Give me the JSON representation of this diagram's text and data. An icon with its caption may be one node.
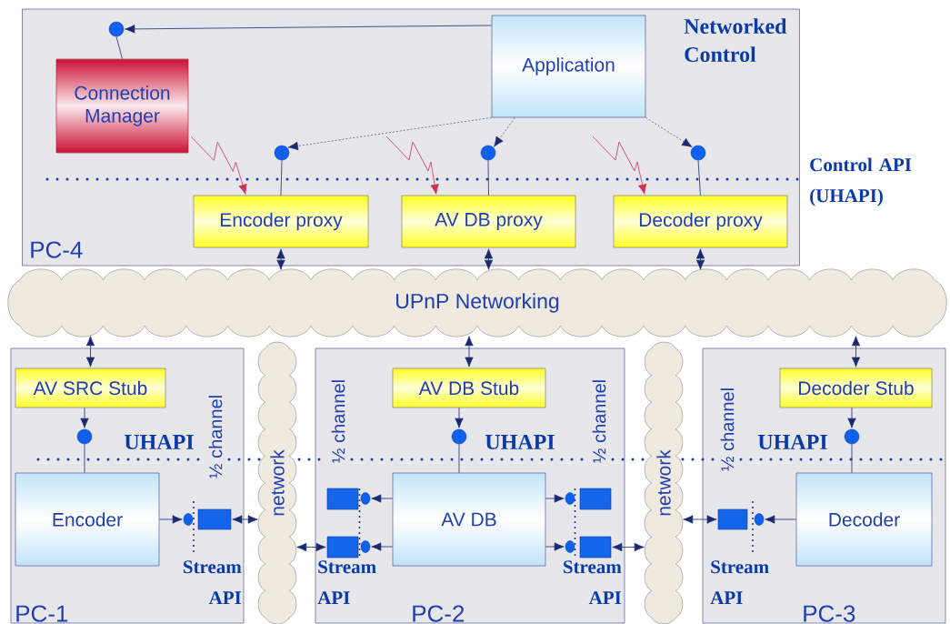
{
  "diagram": {
    "nodes": [
      {
        "text": [
          "PC-4",
          "Networked Control"
        ]
      },
      {
        "text": [
          "Connection Manager"
        ],
        "in": 0
      },
      {
        "text": [
          "Application"
        ],
        "in": 0
      },
      {
        "text": [],
        "shape": "circle",
        "in": 0
      },
      {
        "text": [],
        "shape": "circle",
        "in": 0
      },
      {
        "text": [],
        "shape": "circle",
        "in": 0
      },
      {
        "text": [],
        "shape": "circle",
        "in": 0
      },
      {
        "text": [
          "Encoder proxy"
        ],
        "in": 0
      },
      {
        "text": [
          "AV DB proxy"
        ],
        "in": 0
      },
      {
        "text": [
          "Decoder proxy"
        ],
        "in": 0
      },
      {
        "text": [
          "UPnP Networking"
        ]
      },
      {
        "text": [
          "PC-1"
        ]
      },
      {
        "text": [
          "network"
        ]
      },
      {
        "text": [
          "PC-2"
        ]
      },
      {
        "text": [
          "network"
        ]
      },
      {
        "text": [
          "PC-3"
        ]
      },
      {
        "text": [
          "AV SRC Stub"
        ],
        "in": 11
      },
      {
        "text": [],
        "shape": "circle",
        "in": 11
      },
      {
        "text": [
          "Encoder"
        ],
        "in": 11
      },
      {
        "text": [],
        "shape": "circle",
        "in": 11
      },
      {
        "text": [],
        "shape": "box",
        "in": 11
      },
      {
        "text": [
          "AV DB Stub"
        ],
        "in": 13
      },
      {
        "text": [],
        "shape": "circle",
        "in": 13
      },
      {
        "text": [
          "AV DB"
        ],
        "in": 13
      },
      {
        "text": [],
        "shape": "box",
        "in": 13
      },
      {
        "text": [],
        "shape": "circle",
        "in": 13
      },
      {
        "text": [],
        "shape": "box",
        "in": 13
      },
      {
        "text": [],
        "shape": "circle",
        "in": 13
      },
      {
        "text": [],
        "shape": "circle",
        "in": 13
      },
      {
        "text": [],
        "shape": "box",
        "in": 13
      },
      {
        "text": [],
        "shape": "circle",
        "in": 13
      },
      {
        "text": [],
        "shape": "box",
        "in": 13
      },
      {
        "text": [
          "Decoder Stub"
        ],
        "in": 15
      },
      {
        "text": [],
        "shape": "circle",
        "in": 15
      },
      {
        "text": [
          "Decoder"
        ],
        "in": 15
      },
      {
        "text": [],
        "shape": "box",
        "in": 15
      },
      {
        "text": [],
        "shape": "circle",
        "in": 15
      }
    ],
    "edges": [
      {
        "from": 2,
        "to": 3,
        "arrow": "to"
      },
      {
        "from": 2,
        "to": 4,
        "arrow": "to",
        "style": "dashed"
      },
      {
        "from": 2,
        "to": 5,
        "arrow": "to",
        "style": "dashed"
      },
      {
        "from": 2,
        "to": 6,
        "arrow": "to",
        "style": "dashed"
      },
      {
        "from": 3,
        "to": 1,
        "arrow": "none"
      },
      {
        "from": 4,
        "to": 7,
        "arrow": "none"
      },
      {
        "from": 5,
        "to": 8,
        "arrow": "none"
      },
      {
        "from": 6,
        "to": 9,
        "arrow": "none"
      },
      {
        "from": 1,
        "to": 7,
        "arrow": "to",
        "color": "#cc3355"
      },
      {
        "from": null,
        "to": 8,
        "arrow": "to",
        "color": "#cc3355"
      },
      {
        "from": null,
        "to": 9,
        "arrow": "to",
        "color": "#cc3355"
      },
      {
        "from": 7,
        "to": 10,
        "arrow": "both"
      },
      {
        "from": 8,
        "to": 10,
        "arrow": "both"
      },
      {
        "from": 9,
        "to": 10,
        "arrow": "both"
      },
      {
        "from": 10,
        "to": 16,
        "arrow": "both"
      },
      {
        "from": 10,
        "to": 21,
        "arrow": "both"
      },
      {
        "from": 10,
        "to": 32,
        "arrow": "both"
      },
      {
        "from": 16,
        "to": 17,
        "arrow": "to"
      },
      {
        "from": 17,
        "to": 18,
        "arrow": "none"
      },
      {
        "from": 21,
        "to": 22,
        "arrow": "to"
      },
      {
        "from": 22,
        "to": 23,
        "arrow": "none"
      },
      {
        "from": 32,
        "to": 33,
        "arrow": "to"
      },
      {
        "from": 33,
        "to": 34,
        "arrow": "none"
      },
      {
        "from": 18,
        "to": 19,
        "arrow": "to"
      },
      {
        "from": 20,
        "to": 12,
        "arrow": "both"
      },
      {
        "from": 23,
        "to": 25,
        "arrow": "to"
      },
      {
        "from": 23,
        "to": 27,
        "arrow": "to"
      },
      {
        "from": 26,
        "to": 12,
        "arrow": "both"
      },
      {
        "from": 23,
        "to": 28,
        "arrow": "to"
      },
      {
        "from": 23,
        "to": 30,
        "arrow": "to"
      },
      {
        "from": 31,
        "to": 14,
        "arrow": "both"
      },
      {
        "from": 34,
        "to": 36,
        "arrow": "to"
      },
      {
        "from": 35,
        "to": 14,
        "arrow": "both"
      }
    ],
    "labels": [
      "Control API (UHAPI)",
      "UHAPI",
      "UHAPI",
      "UHAPI",
      "½ channel",
      "½ channel",
      "½ channel",
      "½ channel",
      "Stream API",
      "Stream API",
      "Stream API",
      "Stream API"
    ]
  }
}
